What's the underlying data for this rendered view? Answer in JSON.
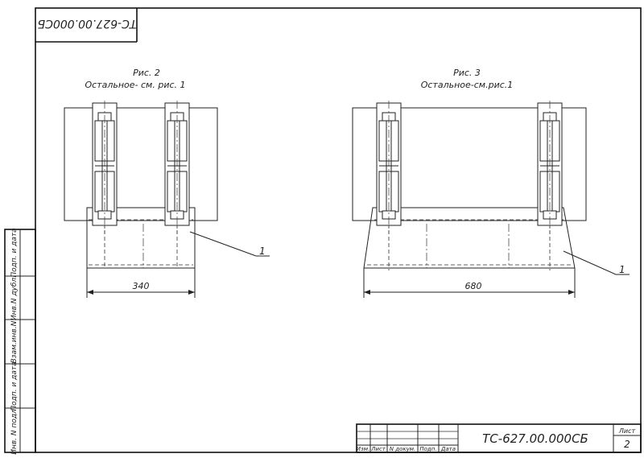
{
  "drawing": {
    "code": "ТС-627.00.000СБ",
    "code_top": "ТС-627.00.000СБ",
    "sheet_label": "Лист",
    "sheet_number": "2"
  },
  "figure2": {
    "caption": "Рис. 2",
    "note": "Остальное- см. рис. 1",
    "dimension": "340",
    "callout": "1"
  },
  "figure3": {
    "caption": "Рис. 3",
    "note": "Остальное-см.рис.1",
    "dimension": "680",
    "callout": "1"
  },
  "title_block": {
    "col_izm": "Изм.",
    "col_list": "Лист",
    "col_ndokum": "N докум.",
    "col_podp": "Подп.",
    "col_data": "Дата"
  },
  "side_stamp": {
    "inv_podl": "Инв. N подл.",
    "podp_data_1": "Подп. и дата",
    "vzam_inv": "Взам.инв.N",
    "inv_dubl": "Инв.N дубл.",
    "podp_data_2": "Подп. и дата"
  }
}
